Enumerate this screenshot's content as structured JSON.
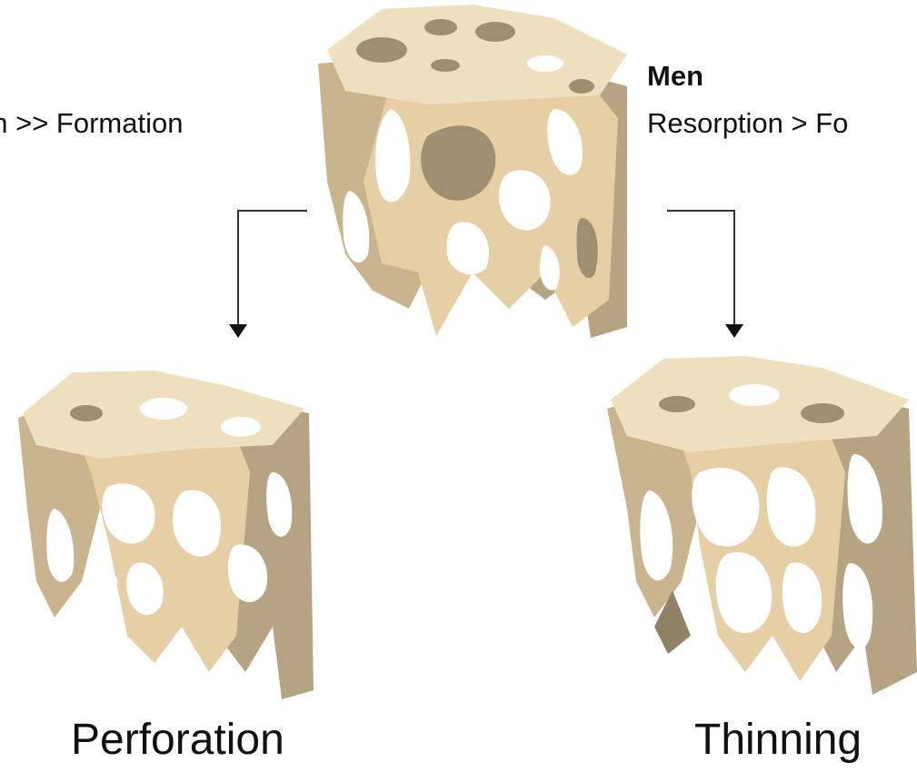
{
  "top_left": {
    "text": "on >> Formation"
  },
  "top_right": {
    "heading": "Men",
    "text": "Resorption > Fo"
  },
  "bottom_left": {
    "label": "Perforation"
  },
  "bottom_right": {
    "label": "Thinning"
  },
  "colors": {
    "bone_light": "#e9d3ab",
    "bone_top": "#eedfbf",
    "bone_shadow": "#b5a381",
    "bone_dark": "#8f8267",
    "arrow": "#333333"
  }
}
